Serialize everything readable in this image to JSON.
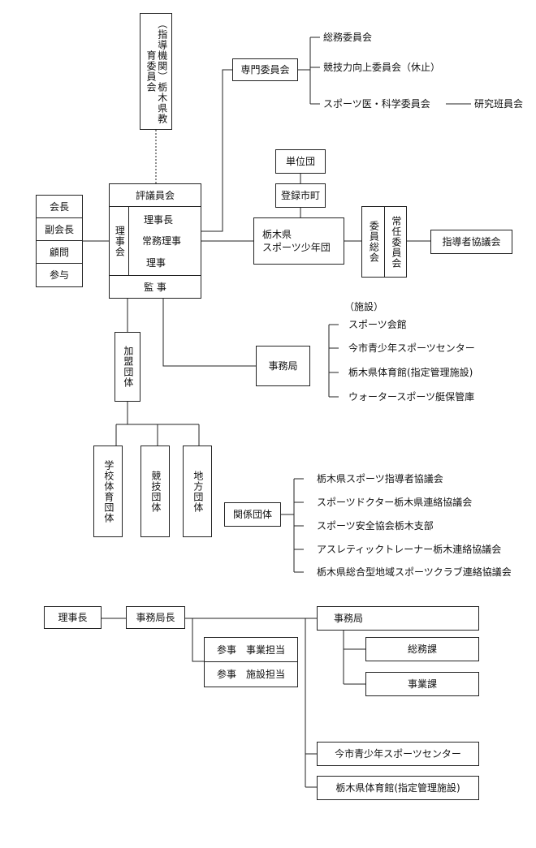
{
  "org": {
    "shidou": "（指導機関）栃木県教育委員会",
    "hyogiinkai": "評議員会",
    "rijikai_label": "理事会",
    "rijicho": "理事長",
    "jomu": "常務理事",
    "riji": "理事",
    "kanji": "監 事",
    "officers": [
      "会長",
      "副会長",
      "顧問",
      "参与"
    ],
    "senmon": "専門委員会",
    "committees": [
      "総務委員会",
      "競技力向上委員会（休止）",
      "スポーツ医・科学委員会"
    ],
    "kenkyu": "研究班員会",
    "tanidan": "単位団",
    "toroku": "登録市町",
    "shonendan_line1": "栃木県",
    "shonendan_line2": "スポーツ少年団",
    "iin_sokai": "委員総会",
    "jonin": "常任委員会",
    "shidosha": "指導者協議会",
    "kamei": "加盟団体",
    "member_groups": [
      "学校体育団体",
      "競技団体",
      "地方団体"
    ],
    "jimukyoku": "事務局",
    "shisetsu_label": "（施設）",
    "facilities": [
      "スポーツ会館",
      "今市青少年スポーツセンター",
      "栃木県体育館(指定管理施設)",
      "ウォータースポーツ艇保管庫"
    ],
    "kankei": "関係団体",
    "related": [
      "栃木県スポーツ指導者協議会",
      "スポーツドクター栃木県連絡協議会",
      "スポーツ安全協会栃木支部",
      "アスレティックトレーナー栃木連絡協議会",
      "栃木県総合型地域スポーツクラブ連絡協議会"
    ]
  },
  "office": {
    "rijicho": "理事長",
    "jimukyokucho": "事務局長",
    "sanji1": "参事　事業担当",
    "sanji2": "参事　施設担当",
    "jimukyoku": "事務局",
    "somu": "総務課",
    "jigyo": "事業課",
    "imaichi": "今市青少年スポーツセンター",
    "taiikukan": "栃木県体育館(指定管理施設)"
  }
}
